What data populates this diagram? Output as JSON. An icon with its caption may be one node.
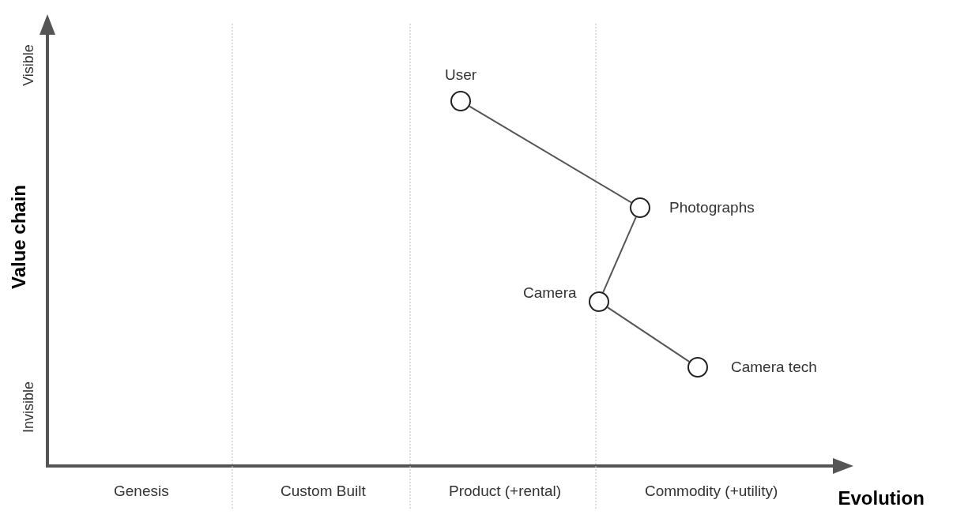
{
  "diagram": {
    "nodes": [
      {
        "text": [],
        "shape": "circle",
        "beside": [
          "User"
        ]
      },
      {
        "text": [],
        "shape": "circle",
        "beside": [
          "Photographs"
        ]
      },
      {
        "text": [],
        "shape": "circle",
        "beside": [
          "Camera"
        ]
      },
      {
        "text": [],
        "shape": "circle",
        "beside": [
          "Camera tech"
        ]
      }
    ],
    "edges": [
      {
        "from": 0,
        "to": 1,
        "arrow": "none"
      },
      {
        "from": 1,
        "to": 2,
        "arrow": "none"
      },
      {
        "from": 2,
        "to": 3,
        "arrow": "none"
      }
    ],
    "labels": [
      "Visible",
      "Value chain",
      "Invisible",
      "Genesis",
      "Custom Built",
      "Product (+rental)",
      "Commodity (+utility)",
      "Evolution"
    ]
  }
}
